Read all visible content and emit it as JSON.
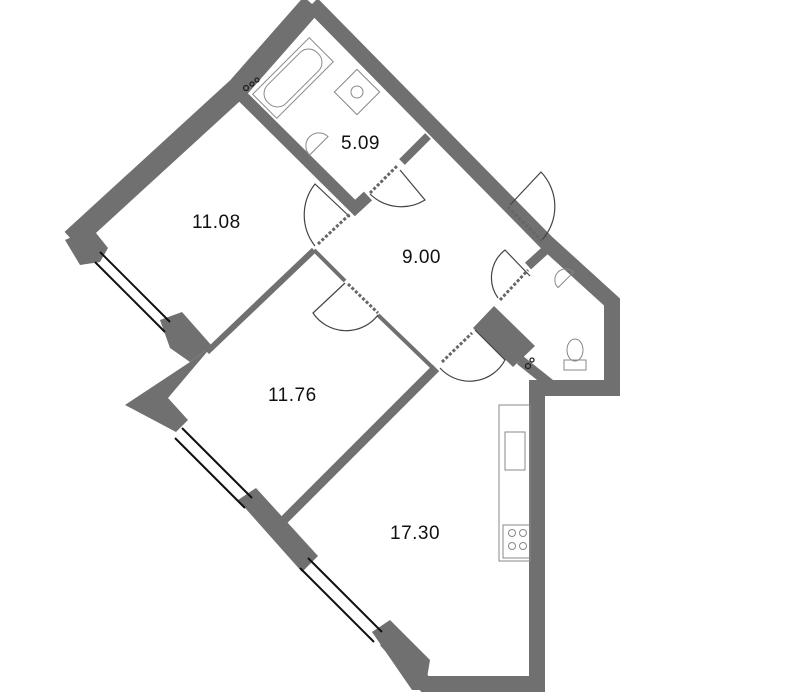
{
  "plan": {
    "rooms": [
      {
        "id": "bathroom",
        "area": "5.09"
      },
      {
        "id": "bedroom-1",
        "area": "11.08"
      },
      {
        "id": "hallway",
        "area": "9.00"
      },
      {
        "id": "bedroom-2",
        "area": "11.76"
      },
      {
        "id": "kitchen-living",
        "area": "17.30"
      }
    ],
    "colors": {
      "wall": "#707070",
      "fixture": "#888888",
      "background": "#ffffff"
    }
  }
}
